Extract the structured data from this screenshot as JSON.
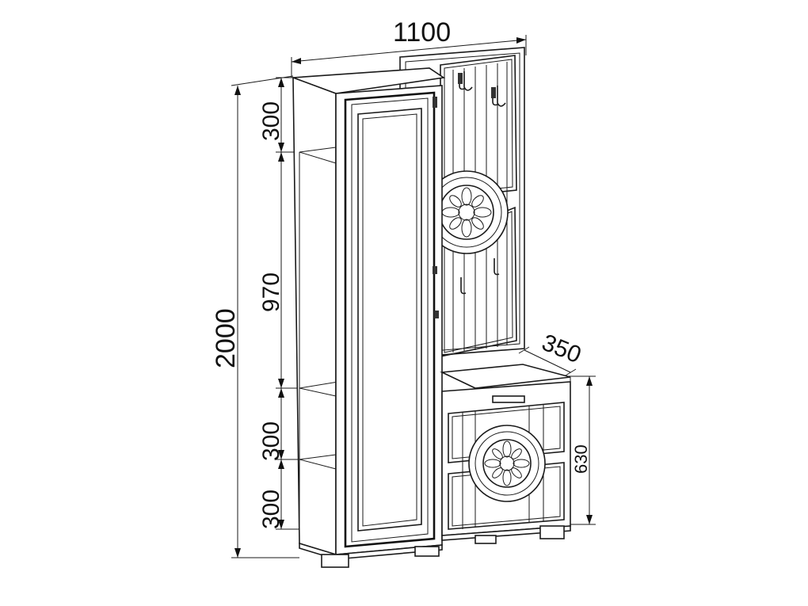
{
  "dimensions": {
    "total_width": "1100",
    "total_height": "2000",
    "top_section": "300",
    "middle_section": "970",
    "lower_section": "300",
    "bottom_section": "300",
    "bench_depth": "350",
    "bench_height": "630"
  }
}
